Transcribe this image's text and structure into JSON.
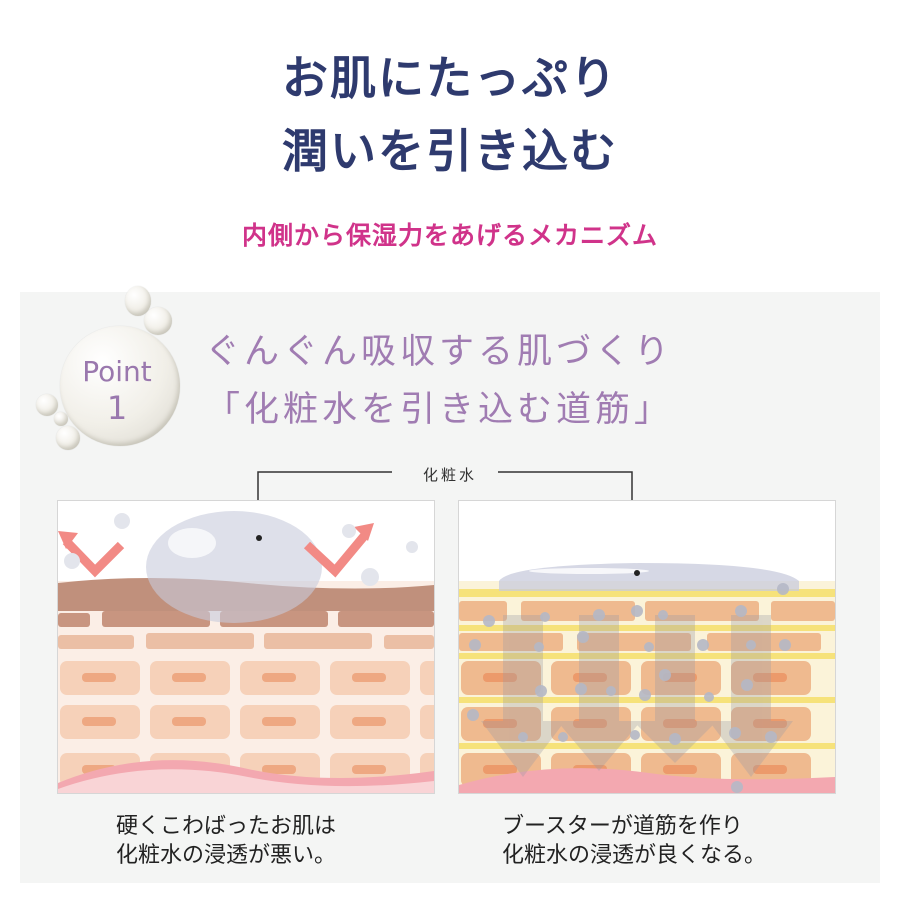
{
  "header": {
    "title_line1": "お肌にたっぷり",
    "title_line2": "潤いを引き込む",
    "subtitle": "内側から保湿力をあげるメカニズム"
  },
  "point": {
    "label": "Point",
    "number": "1",
    "title_line1": "ぐんぐん吸収する肌づくり",
    "title_line2": "「化粧水を引き込む道筋」"
  },
  "diagram": {
    "callout_label": "化粧水",
    "left_panel": {
      "illustration": "hard-skin-lotion-repelled",
      "caption_line1": "硬くこわばったお肌は",
      "caption_line2": "化粧水の浸透が悪い。"
    },
    "right_panel": {
      "illustration": "booster-pathway-lotion-absorbed",
      "caption_line1": "ブースターが道筋を作り",
      "caption_line2": "化粧水の浸透が良くなる。"
    }
  },
  "colors": {
    "title": "#2e3a6e",
    "subtitle": "#d0338a",
    "point_text": "#a07cb2",
    "panel_bg": "#f4f5f4",
    "arrow_red": "#f28a85"
  }
}
